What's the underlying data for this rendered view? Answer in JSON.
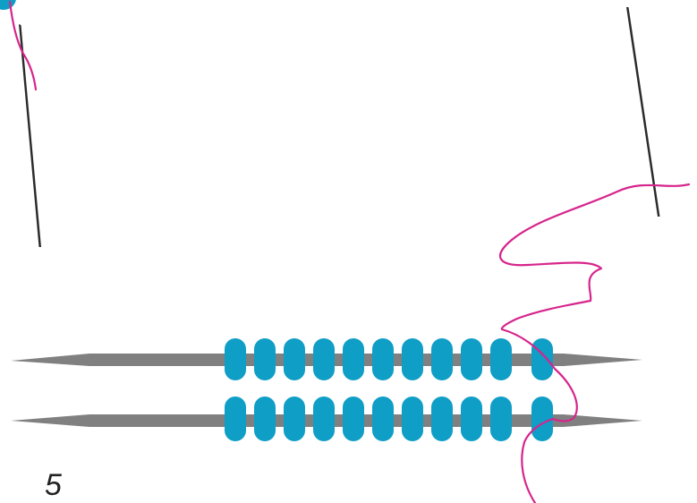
{
  "diagram": {
    "step_number": "5",
    "colors": {
      "needle_dark": "#2b2b2b",
      "needle_gray": "#808080",
      "bead": "#0f9ec6",
      "thread": "#d6258c"
    },
    "elements": {
      "upper_row_beads": 11,
      "lower_row_beads": 11,
      "separate_needles": 2,
      "stacked_needles": 2
    }
  }
}
